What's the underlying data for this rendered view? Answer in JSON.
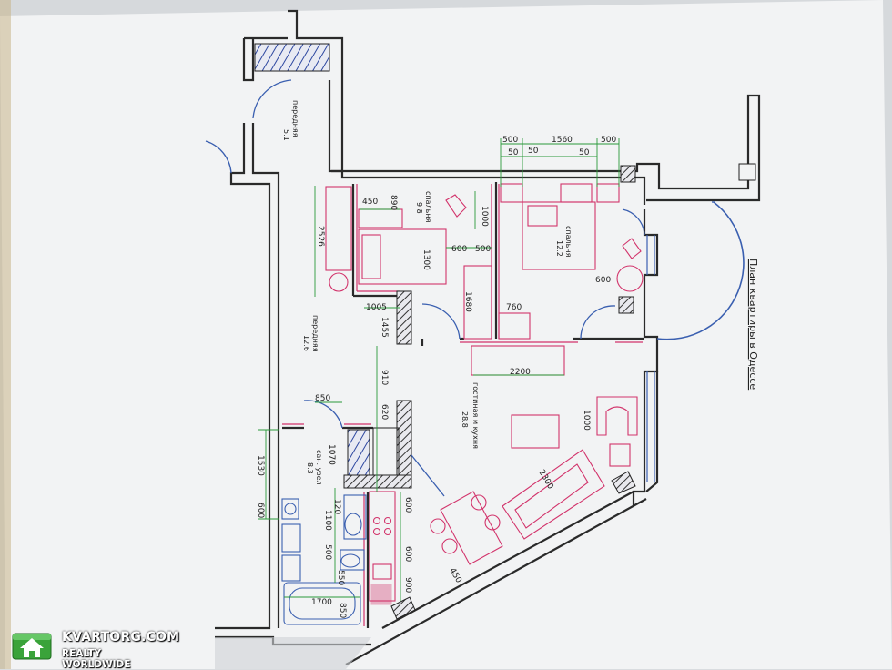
{
  "plan": {
    "title": "План квартиры в Одессе",
    "rooms": {
      "hall_small": {
        "name": "передняя",
        "area": "5.1"
      },
      "bedroom_small": {
        "name": "спальня",
        "area": "9.8"
      },
      "bedroom_large": {
        "name": "спальня",
        "area": "12.2"
      },
      "hall_large": {
        "name": "передняя",
        "area": "12.6"
      },
      "living_kitchen": {
        "name": "гостиная и кухня",
        "area": "28.8"
      },
      "bathroom": {
        "name": "сан. узел",
        "area": "8.3"
      }
    },
    "dimensions": {
      "d500a": "500",
      "d1560": "1560",
      "d500b": "500",
      "d50a": "50",
      "d50b": "50",
      "d50c": "50",
      "d450": "450",
      "d890": "890",
      "d1000": "1000",
      "d2526": "2526",
      "d1300": "1300",
      "d600a": "600",
      "d500c": "500",
      "d600b": "600",
      "d1005": "1005",
      "d1455": "1455",
      "d1680": "1680",
      "d760": "760",
      "d2200": "2200",
      "d910": "910",
      "d620": "620",
      "d850a": "850",
      "d1070": "1070",
      "d1000b": "1000",
      "d2300": "2300",
      "d1530": "1530",
      "d600c": "600",
      "d120": "120",
      "d1100": "1100",
      "d500d": "500",
      "d550": "550",
      "d600d": "600",
      "d600e": "600",
      "d900": "900",
      "d450b": "450",
      "d1700": "1700",
      "d850b": "850"
    }
  },
  "watermark": {
    "brand": "KVARTORG.COM",
    "tagline": "REALTY WORLDWIDE",
    "icon": "house-logo-icon"
  },
  "colors": {
    "paper": "#f2f3f4",
    "wall": "#2a2a2a",
    "furniture": "#d2336b",
    "blue": "#3a5fb0",
    "green": "#2a9a3a"
  }
}
